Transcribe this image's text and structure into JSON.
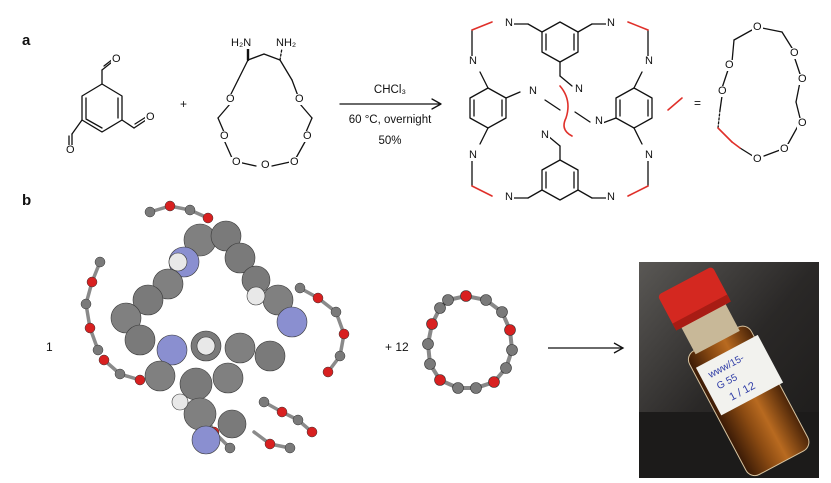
{
  "panel_a": {
    "letter": "a",
    "plus": "+",
    "conditions": {
      "solvent": "CHCl₃",
      "temperature": "60 °C, overnight",
      "yield": "50%"
    },
    "equals": "=",
    "atoms": {
      "amine1": "H₂N",
      "amine2": "NH₂",
      "oxygen": "O",
      "nitrogen": "N"
    }
  },
  "panel_b": {
    "letter": "b",
    "count_cage": "1",
    "count_crown": "+ 12",
    "vial_label_lines": [
      "www/15-",
      "G  55",
      "1 / 12"
    ]
  },
  "colors": {
    "bond": "#111111",
    "highlight_bond": "#e0302a",
    "carbon_atom": "#7a7a7a",
    "oxygen_atom": "#d82020",
    "nitrogen_atom": "#8a8fd0",
    "hydrogen_atom": "#e8e8e8"
  }
}
